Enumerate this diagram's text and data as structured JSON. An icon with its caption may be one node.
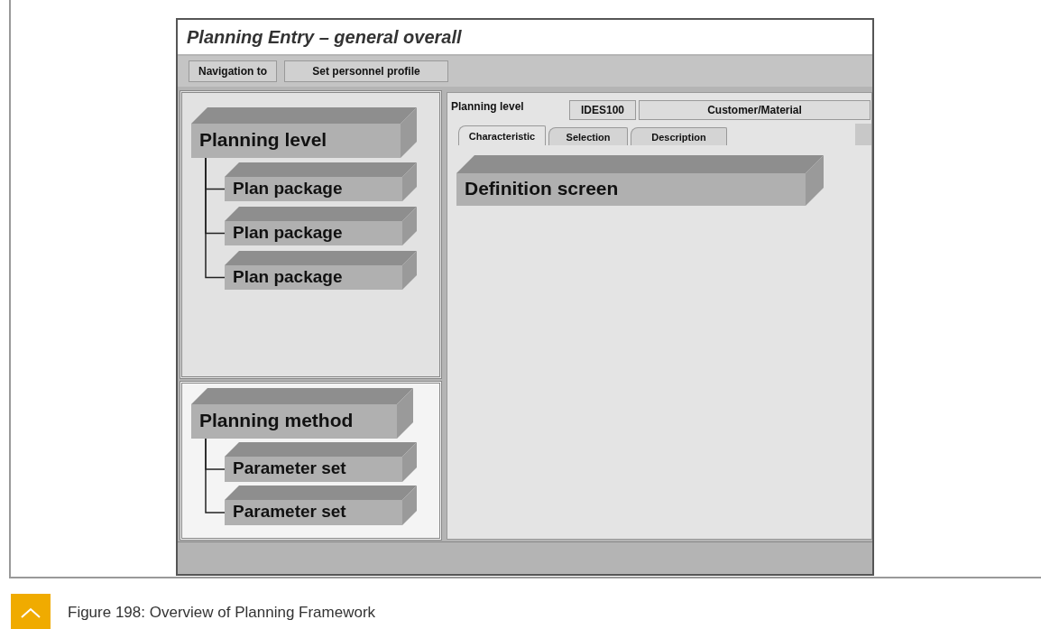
{
  "diagram": {
    "title": "Planning Entry – general overall",
    "caption": "Figure 198: Overview of Planning Framework",
    "nodes": [
      {
        "text": [
          "Planning level"
        ]
      },
      {
        "text": [
          "Plan package"
        ]
      },
      {
        "text": [
          "Plan package"
        ]
      },
      {
        "text": [
          "Plan package"
        ]
      },
      {
        "text": [
          "Planning method"
        ]
      },
      {
        "text": [
          "Parameter set"
        ]
      },
      {
        "text": [
          "Parameter set"
        ]
      },
      {
        "text": [
          "Definition screen"
        ]
      }
    ],
    "edges": [
      {
        "from": 0,
        "to": 1,
        "arrow": "none"
      },
      {
        "from": 0,
        "to": 2,
        "arrow": "none"
      },
      {
        "from": 0,
        "to": 3,
        "arrow": "none"
      },
      {
        "from": 4,
        "to": 5,
        "arrow": "none"
      },
      {
        "from": 4,
        "to": 6,
        "arrow": "none"
      }
    ],
    "labels": [
      "Navigation to",
      "Set personnel profile",
      "Planning level",
      "IDES100",
      "Customer/Material",
      "Characteristic",
      "Selection",
      "Description"
    ]
  }
}
